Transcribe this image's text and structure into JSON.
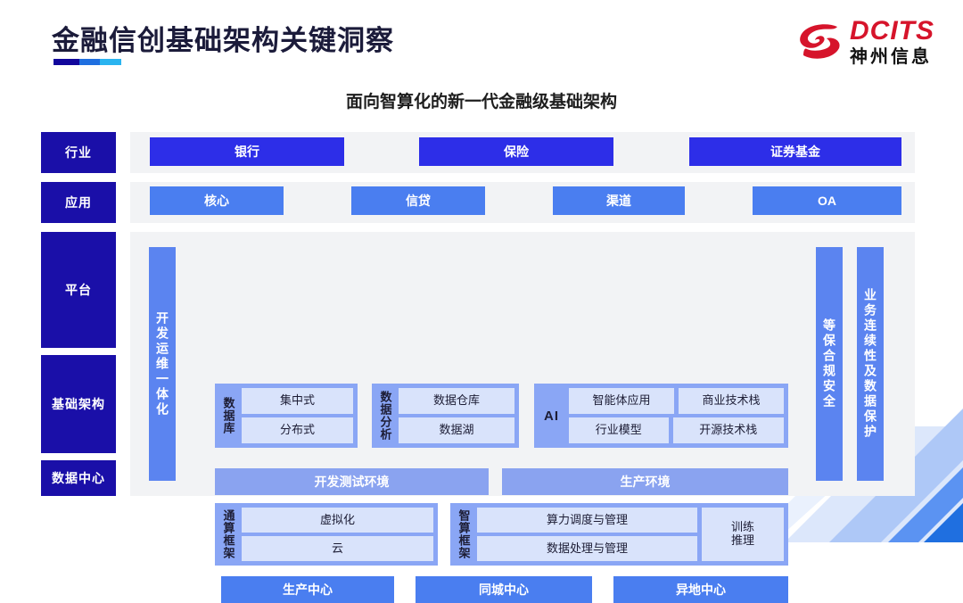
{
  "header": {
    "title": "金融信创基础架构关键洞察",
    "logo": {
      "en": "DCITS",
      "cn": "神州信息",
      "mark": "dcits-swirl-icon"
    }
  },
  "subtitle": "面向智算化的新一代金融级基础架构",
  "layers": {
    "industry": {
      "label": "行业",
      "items": [
        "银行",
        "保险",
        "证券基金"
      ]
    },
    "application": {
      "label": "应用",
      "items": [
        "核心",
        "信贷",
        "渠道",
        "OA"
      ]
    },
    "platform": {
      "label": "平台"
    },
    "infrastructure": {
      "label": "基础架构"
    },
    "datacenter": {
      "label": "数据中心",
      "items": [
        "生产中心",
        "同城中心",
        "异地中心"
      ]
    }
  },
  "vertical_bars": {
    "devops": "开发运维一体化",
    "security": "等保合规安全",
    "continuity": "业务连续性及数据保护"
  },
  "groups": {
    "database": {
      "label": "数据库",
      "cells": [
        "集中式",
        "分布式"
      ]
    },
    "data_analysis": {
      "label": "数据分析",
      "cells": [
        "数据仓库",
        "数据湖"
      ]
    },
    "ai": {
      "label": "AI",
      "cells": [
        "智能体应用",
        "商业技术栈",
        "行业模型",
        "开源技术栈"
      ]
    },
    "general_compute": {
      "label": "通算框架",
      "cells": [
        "虚拟化",
        "云"
      ]
    },
    "intelligent_compute": {
      "label": "智算框架",
      "cells": [
        "算力调度与管理",
        "数据处理与管理"
      ],
      "side": "训练\n推理",
      "side_line1": "训练",
      "side_line2": "推理"
    }
  },
  "environments": {
    "dev": "开发测试环境",
    "prod": "生产环境"
  },
  "colors": {
    "navy_label": "#1a0fa8",
    "industry_blue": "#2d2ee8",
    "app_blue": "#4a7ef0",
    "group_blue": "#8aa6f5",
    "pale_blue": "#d9e3fb",
    "env_blue": "#8aa3f0",
    "panel_gray": "#f2f3f5",
    "logo_red": "#d6142b"
  }
}
